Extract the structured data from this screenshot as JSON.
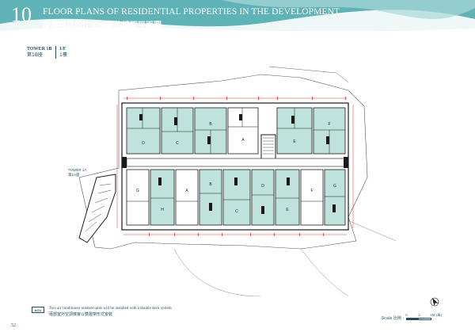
{
  "header": {
    "section_number": "10",
    "title_en": "FLOOR PLANS OF RESIDENTIAL PROPERTIES IN THE DEVELOPMENT",
    "title_zh": "發展項目的住宅物業的樓面平面圖"
  },
  "tower": {
    "name_en": "TOWER 1B",
    "name_zh": "第1B座",
    "floor_en": "1/F",
    "floor_zh": "1樓"
  },
  "plan": {
    "tower_1a_label_en": "TOWER 1A",
    "tower_1a_label_zh": "第1A座",
    "top_units": [
      "D",
      "C",
      "B",
      "A",
      "E",
      "F"
    ],
    "bottom_units": [
      "G",
      "H",
      "A",
      "B",
      "C",
      "D",
      "E",
      "F",
      "G"
    ]
  },
  "legend": {
    "key": "ACU",
    "text_en": "Two air conditioner outdoor units will be installed with a double deck system",
    "text_zh": "兩部室外空調機會以雙層架形式安裝"
  },
  "scale": {
    "label": "Scale 比例 :",
    "ticks": [
      "0",
      "2",
      "4M (米)"
    ]
  },
  "footer": {
    "page_number": "52"
  },
  "colors": {
    "header_teal": "#4aa3a9",
    "header_light": "#a9d9da",
    "unit_fill": "#bfe3dc",
    "wall": "#1a1a1a",
    "dimension_red": "#e0342c"
  }
}
